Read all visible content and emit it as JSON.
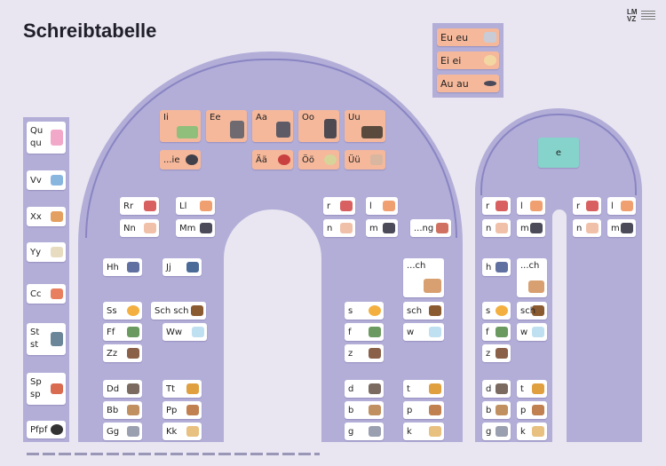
{
  "title": "Schreibtabelle",
  "logo": {
    "line1": "LM",
    "line2": "VZ"
  },
  "colors": {
    "background": "#e9e6f1",
    "panel": "#b2aed8",
    "vowel": "#f5b89b",
    "teal": "#86d3cb"
  },
  "diphthongs": [
    {
      "label": "Eu eu",
      "icon": "owl-icon"
    },
    {
      "label": "Ei ei",
      "icon": "egg-icon"
    },
    {
      "label": "Au au",
      "icon": "eye-icon"
    }
  ],
  "left_column": [
    {
      "label": "Qu\nqu",
      "icon": "jellyfish-icon"
    },
    {
      "label": "Vv",
      "icon": "bird-icon"
    },
    {
      "label": "Xx",
      "icon": "xylophone-icon"
    },
    {
      "label": "Yy",
      "icon": "yak-icon"
    },
    {
      "label": "Cc",
      "icon": "clown-icon"
    },
    {
      "label": "St\nst",
      "icon": "stones-icon"
    },
    {
      "label": "Sp\nsp",
      "icon": "sharpener-icon"
    },
    {
      "label": "Pfpf",
      "icon": "pan-icon"
    }
  ],
  "vowels_top": [
    {
      "label": "Ii",
      "icon": "island-icon"
    },
    {
      "label": "Ee",
      "icon": "donkey-icon"
    },
    {
      "label": "Aa",
      "icon": "monkey-icon"
    },
    {
      "label": "Oo",
      "icon": "oven-icon"
    },
    {
      "label": "Uu",
      "icon": "clock-icon"
    }
  ],
  "vowels_second": [
    {
      "label": "...ie",
      "icon": "bee-icon"
    },
    {
      "label": "Ää",
      "icon": "apple-icon"
    },
    {
      "label": "Öö",
      "icon": "oil-icon"
    },
    {
      "label": "Üü",
      "icon": "cap-icon"
    }
  ],
  "teal_card": "e",
  "left_arch": {
    "r1": [
      "Rr",
      "Ll"
    ],
    "r2": [
      "Nn",
      "Mm"
    ],
    "r3": [
      "Hh",
      "Jj"
    ],
    "r4": [
      "Ss",
      "Sch sch"
    ],
    "r5": [
      "Ff",
      "Ww"
    ],
    "r6": [
      "Zz"
    ],
    "r7": [
      "Dd",
      "Tt"
    ],
    "r8": [
      "Bb",
      "Pp"
    ],
    "r9": [
      "Gg",
      "Kk"
    ]
  },
  "mid_arch": {
    "r1": [
      "r",
      "l"
    ],
    "r2": [
      "n",
      "m",
      "...ng"
    ],
    "r3": [
      "...ch"
    ],
    "r4": [
      "s",
      "sch"
    ],
    "r5": [
      "f",
      "w"
    ],
    "r6": [
      "z"
    ],
    "r7": [
      "d",
      "t"
    ],
    "r8": [
      "b",
      "p"
    ],
    "r9": [
      "g",
      "k"
    ]
  },
  "right_arch_left": {
    "r1": [
      "r",
      "l"
    ],
    "r2": [
      "n",
      "m"
    ],
    "r3": [
      "h",
      "...ch"
    ],
    "r4": [
      "s",
      "sch"
    ],
    "r5": [
      "f",
      "w"
    ],
    "r6": [
      "z"
    ],
    "r7": [
      "d",
      "t"
    ],
    "r8": [
      "b",
      "p"
    ],
    "r9": [
      "g",
      "k"
    ]
  },
  "right_arch_right": {
    "r1": [
      "r",
      "l"
    ],
    "r2": [
      "n",
      "m"
    ]
  }
}
